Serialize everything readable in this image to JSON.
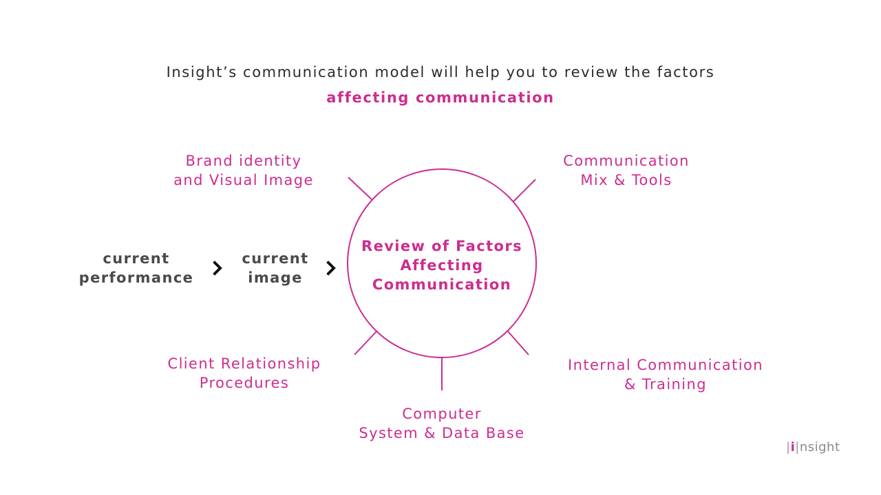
{
  "headline": {
    "line1": "Insight’s communication model will help you to review the factors",
    "line2": "affecting communication"
  },
  "center": {
    "line1": "Review of Factors",
    "line2": "Affecting",
    "line3": "Communication"
  },
  "factors": {
    "brand": {
      "line1": "Brand identity",
      "line2": "and Visual Image"
    },
    "mix": {
      "line1": "Communication",
      "line2": "Mix & Tools"
    },
    "client": {
      "line1": "Client Relationship",
      "line2": "Procedures"
    },
    "internal": {
      "line1": "Internal Communication",
      "line2": "& Training"
    },
    "computer": {
      "line1": "Computer",
      "line2": "System & Data Base"
    }
  },
  "flow": {
    "step1": {
      "line1": "current",
      "line2": "performance"
    },
    "step2": {
      "line1": "current",
      "line2": "image"
    }
  },
  "logo": {
    "bar_left": "|",
    "i": "i",
    "bar_right": "|",
    "text": "nsight"
  },
  "colors": {
    "accent": "#cc2d8f",
    "text_dark": "#2b2b2b",
    "text_gray": "#4a4a4a",
    "arrow": "#111111"
  }
}
